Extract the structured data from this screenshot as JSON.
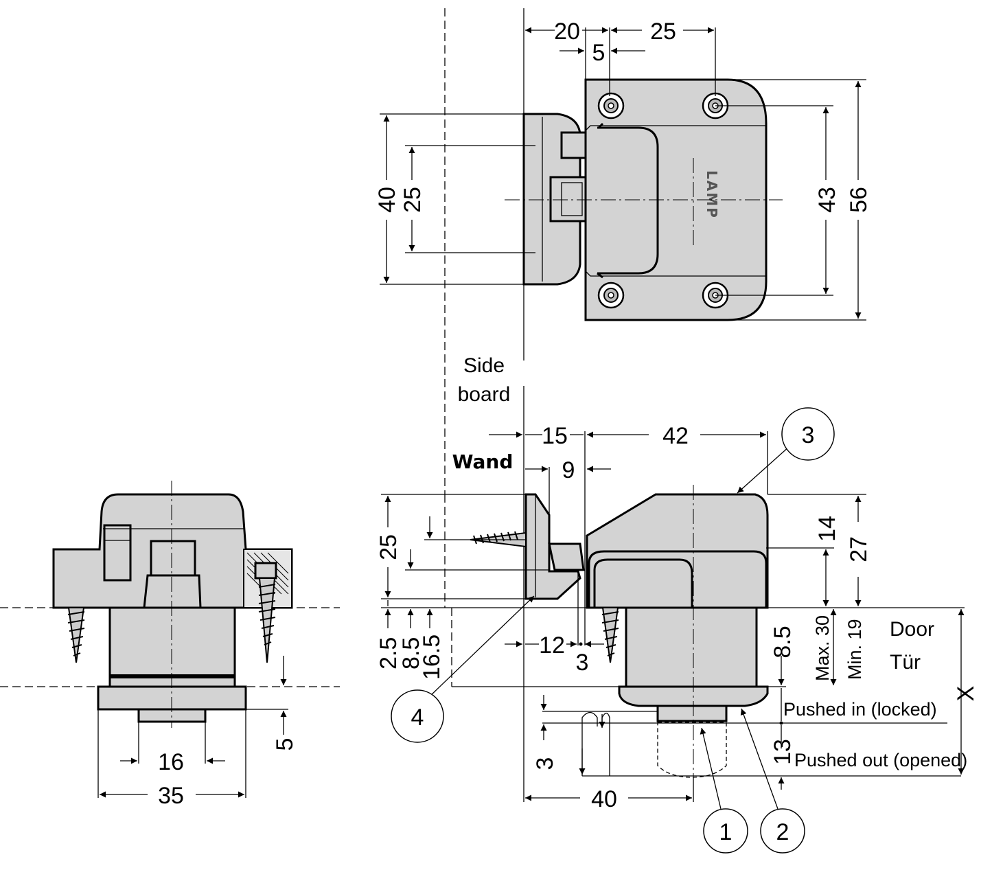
{
  "logo_text": "LAMP",
  "labels": {
    "side_board_line1": "Side",
    "side_board_line2": "board",
    "wand": "Wand",
    "door": "Door",
    "tuer": "Tür",
    "pushed_in": "Pushed in (locked)",
    "pushed_out": "Pushed out (opened)",
    "max30": "Max. 30",
    "min19": "Min. 19",
    "x": "X"
  },
  "callouts": [
    "1",
    "2",
    "3",
    "4"
  ],
  "dims_top": {
    "d20": "20",
    "d25h": "25",
    "d5": "5",
    "d40": "40",
    "d25v": "25",
    "d43": "43",
    "d56": "56"
  },
  "dims_side": {
    "d15": "15",
    "d42": "42",
    "d9": "9",
    "d25": "25",
    "d14": "14",
    "d27": "27",
    "d2_5": "2.5",
    "d8_5": "8.5",
    "d16_5": "16.5",
    "d12": "12",
    "d3a": "3",
    "d8_5b": "8.5",
    "d3b": "3",
    "d40": "40",
    "d13": "13"
  },
  "dims_front": {
    "d16": "16",
    "d35": "35",
    "d5": "5"
  }
}
